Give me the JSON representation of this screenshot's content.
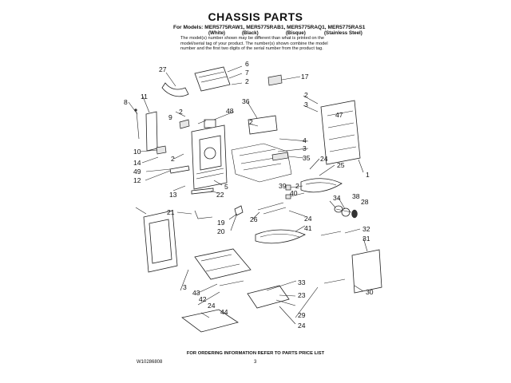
{
  "header": {
    "title": "CHASSIS PARTS",
    "models_line": "For Models: MER5775RAW1, MER5775RAB1, MER5775RAQ1, MER5775RAS1",
    "colors": [
      "(White)",
      "(Black)",
      "(Bisque)",
      "(Stainless Steel)"
    ],
    "notice": "The model(s) number shown may be different than what is printed on the model/serial tag of your product. The number(s) shown combine the model number and the first two digits of the serial number from the product tag."
  },
  "callouts": [
    "27",
    "6",
    "7",
    "2",
    "17",
    "8",
    "11",
    "36",
    "2",
    "3",
    "2",
    "47",
    "9",
    "48",
    "2",
    "4",
    "10",
    "3",
    "14",
    "35",
    "2",
    "24",
    "25",
    "49",
    "12",
    "39",
    "1",
    "2",
    "40",
    "34",
    "13",
    "22",
    "5",
    "38",
    "28",
    "21",
    "19",
    "26",
    "24",
    "20",
    "41",
    "32",
    "31",
    "3",
    "43",
    "42",
    "33",
    "30",
    "24",
    "23",
    "44",
    "29",
    "24"
  ],
  "footer": {
    "ordering_note": "FOR ORDERING INFORMATION REFER TO PARTS PRICE LIST",
    "doc_number": "W10286808",
    "page_number": "3"
  }
}
